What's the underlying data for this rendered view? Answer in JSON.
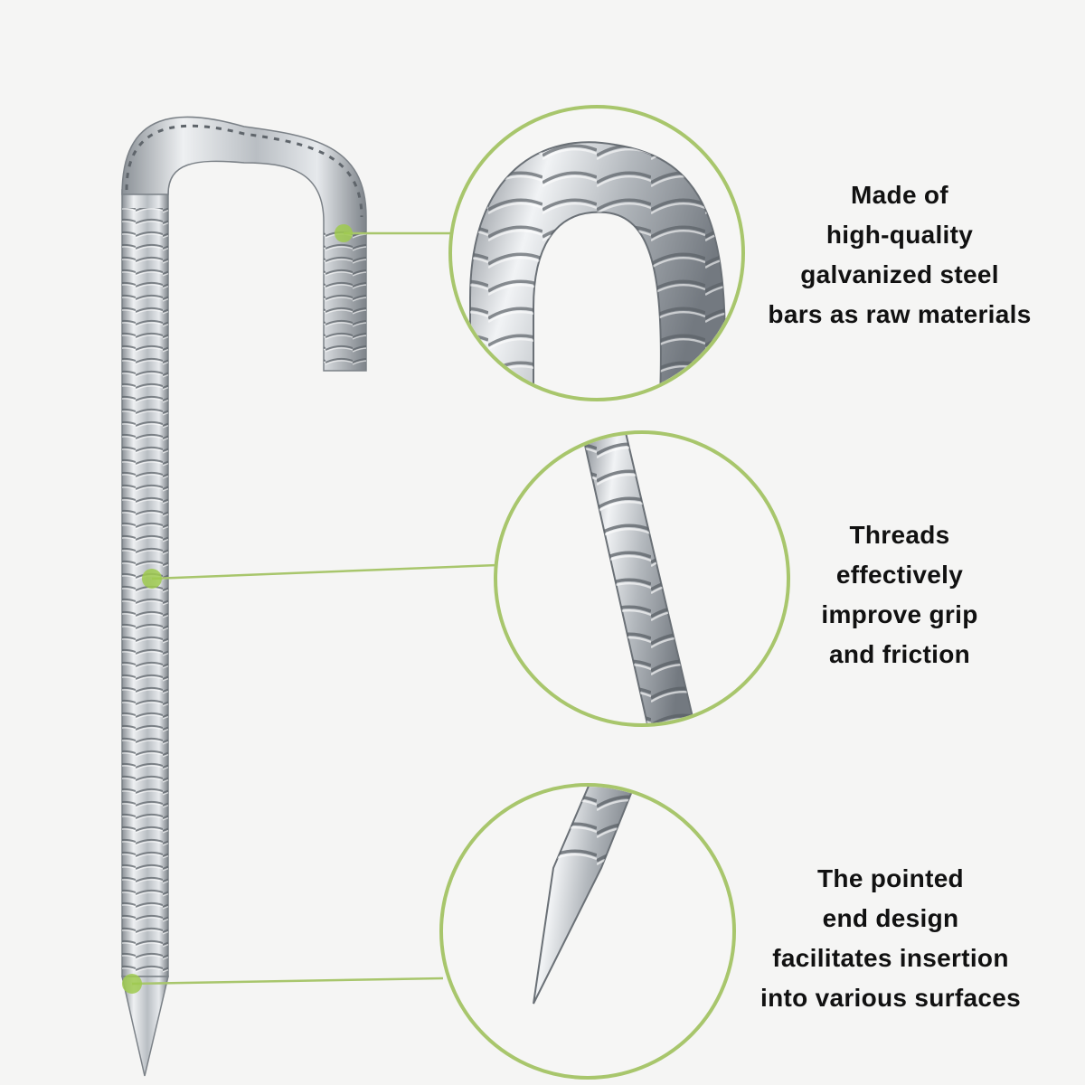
{
  "features": [
    {
      "id": "material",
      "lines": [
        "Made of",
        "high-quality",
        "galvanized steel",
        "bars as raw materials"
      ]
    },
    {
      "id": "threads",
      "lines": [
        "Threads",
        "effectively",
        "improve grip",
        "and friction"
      ]
    },
    {
      "id": "tip",
      "lines": [
        "The pointed",
        "end design",
        "facilitates insertion",
        "into various surfaces"
      ]
    }
  ],
  "colors": {
    "background": "#f5f5f4",
    "accent_green": "#a8c66c",
    "callout_dot": "#9fca4f",
    "steel_light": "#e4e7ea",
    "steel_mid": "#b7bcc1",
    "steel_dark": "#6d7379",
    "text": "#111111"
  }
}
